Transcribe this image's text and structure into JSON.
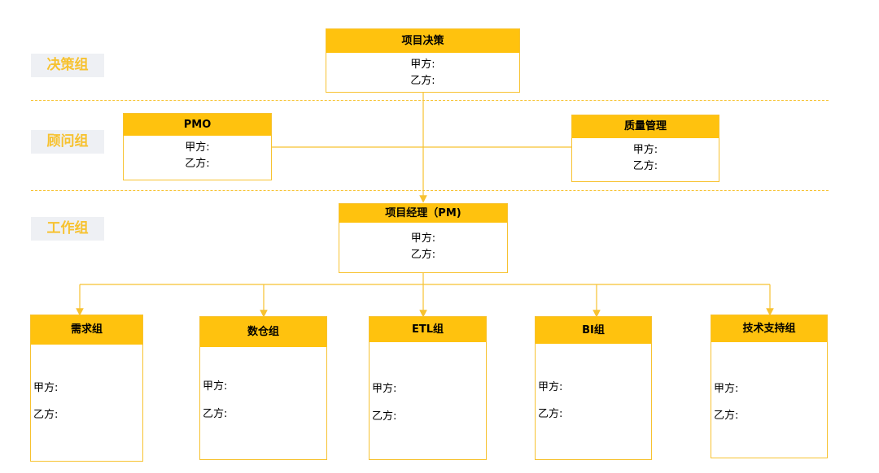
{
  "colors": {
    "accent": "#ffc20e",
    "line": "#f7c230",
    "tier_bg": "#eef0f4"
  },
  "tiers": [
    {
      "label": "决策组"
    },
    {
      "label": "顾问组"
    },
    {
      "label": "工作组"
    }
  ],
  "decision": {
    "title": "项目决策",
    "party_a": "甲方:",
    "party_b": "乙方:"
  },
  "advisory": [
    {
      "title": "PMO",
      "party_a": "甲方:",
      "party_b": "乙方:"
    },
    {
      "title": "质量管理",
      "party_a": "甲方:",
      "party_b": "乙方:"
    }
  ],
  "pm": {
    "title": "项目经理（PM)",
    "party_a": "甲方:",
    "party_b": "乙方:"
  },
  "teams": [
    {
      "title": "需求组",
      "party_a": "甲方:",
      "party_b": "乙方:"
    },
    {
      "title": "数仓组",
      "party_a": "甲方:",
      "party_b": "乙方:"
    },
    {
      "title": "ETL组",
      "party_a": "甲方:",
      "party_b": "乙方:"
    },
    {
      "title": "BI组",
      "party_a": "甲方:",
      "party_b": "乙方:"
    },
    {
      "title": "技术支持组",
      "party_a": "甲方:",
      "party_b": "乙方:"
    }
  ]
}
